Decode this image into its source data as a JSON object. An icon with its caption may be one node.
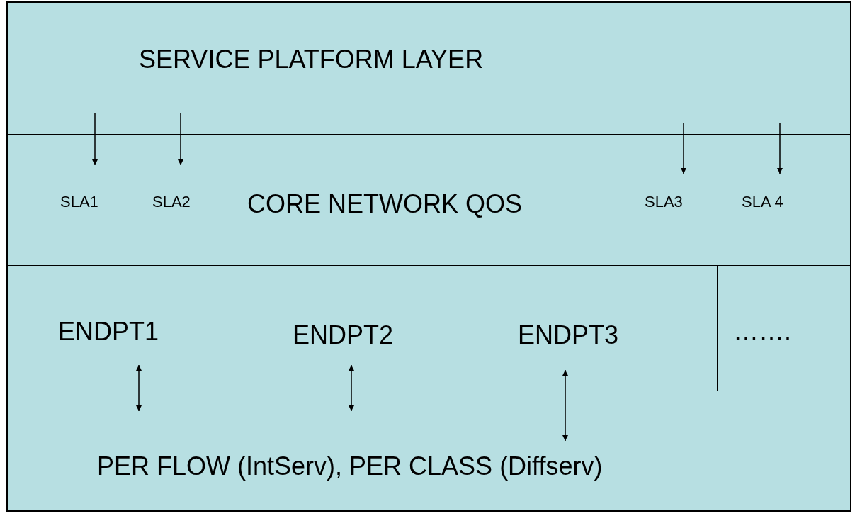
{
  "diagram": {
    "nodes": [
      {
        "text": [
          "SERVICE PLATFORM LAYER"
        ]
      },
      {
        "text": [
          "CORE NETWORK QOS"
        ]
      },
      {
        "text": [
          "SLA1"
        ],
        "in": 1
      },
      {
        "text": [
          "SLA2"
        ],
        "in": 1
      },
      {
        "text": [
          "SLA3"
        ],
        "in": 1
      },
      {
        "text": [
          "SLA 4"
        ],
        "in": 1
      },
      {
        "text": [
          "ENDPT1"
        ]
      },
      {
        "text": [
          "ENDPT2"
        ]
      },
      {
        "text": [
          "ENDPT3"
        ]
      },
      {
        "text": [
          "……."
        ]
      },
      {
        "text": [
          "PER FLOW (IntServ), PER CLASS (Diffserv)"
        ]
      }
    ],
    "edges": [
      {
        "from": 0,
        "to": 2,
        "arrow": "to"
      },
      {
        "from": 0,
        "to": 3,
        "arrow": "to"
      },
      {
        "from": 0,
        "to": 4,
        "arrow": "to"
      },
      {
        "from": 0,
        "to": 5,
        "arrow": "to"
      },
      {
        "from": 6,
        "to": 10,
        "arrow": "both"
      },
      {
        "from": 7,
        "to": 10,
        "arrow": "both"
      },
      {
        "from": 8,
        "to": 10,
        "arrow": "both"
      }
    ]
  }
}
